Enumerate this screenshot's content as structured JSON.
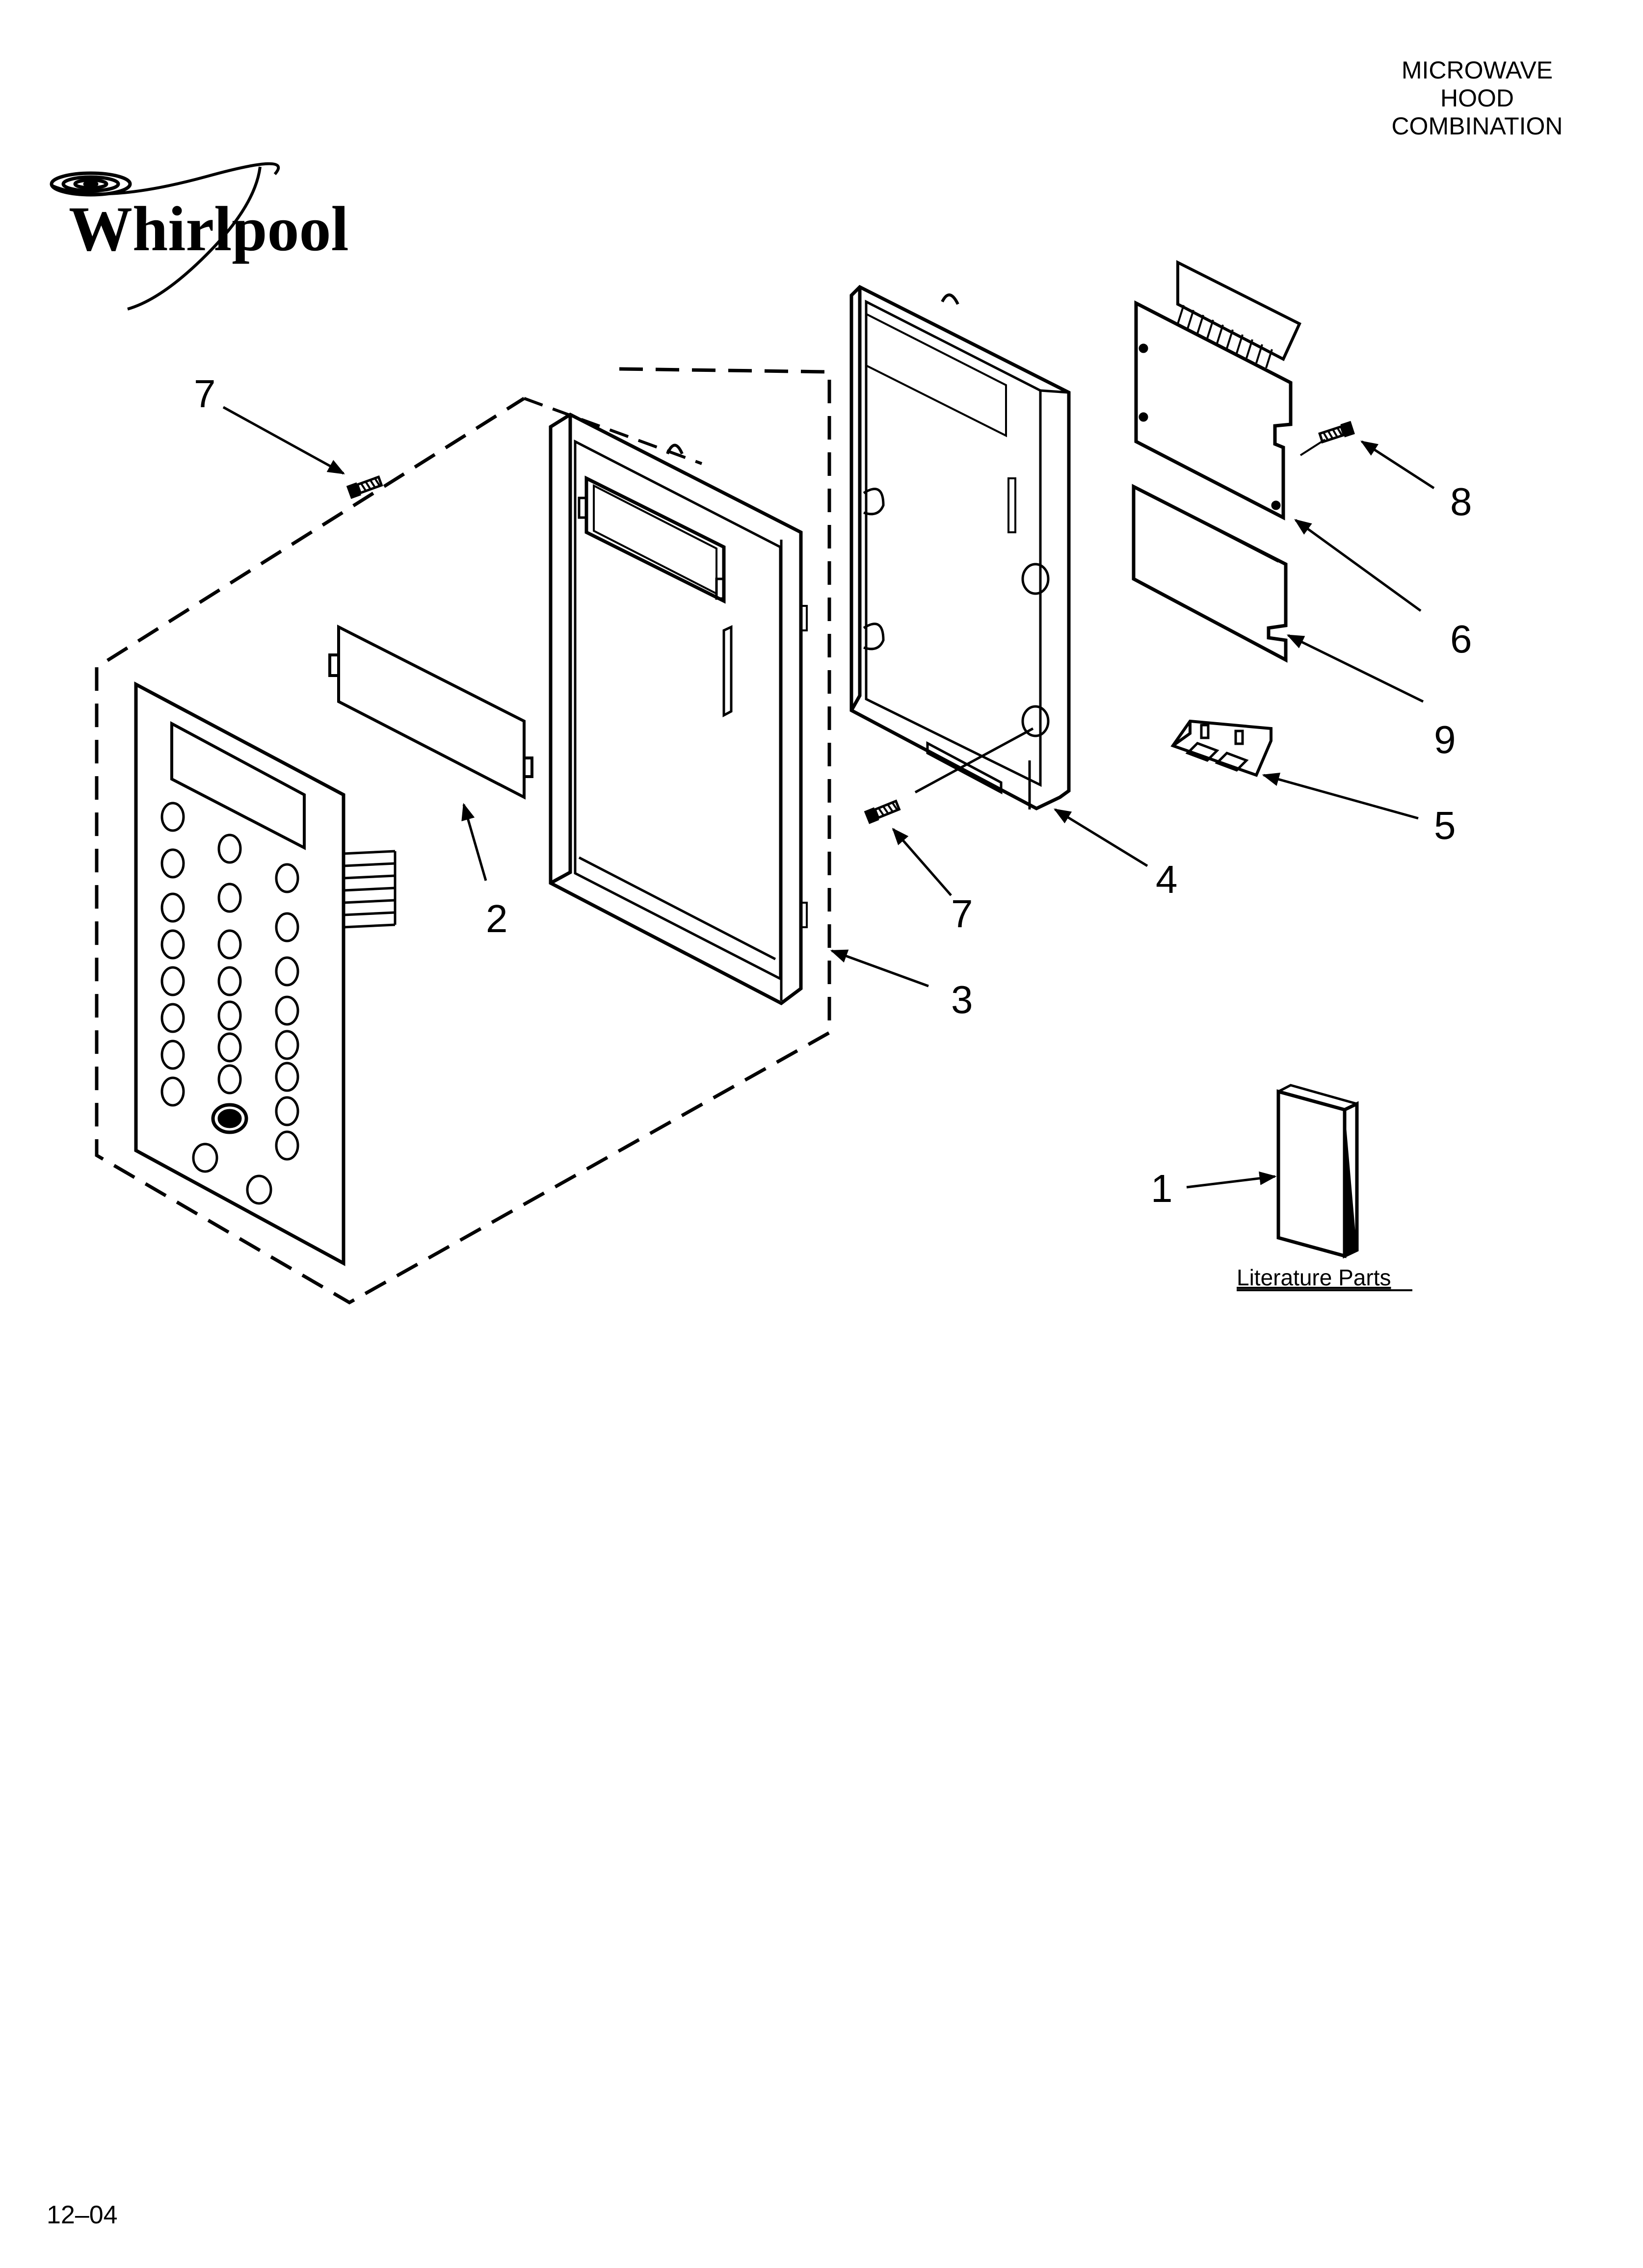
{
  "brand": {
    "name": "Whirlpool"
  },
  "title": {
    "lines": [
      "MICROWAVE",
      "HOOD",
      "COMBINATION"
    ]
  },
  "callouts": [
    "7",
    "2",
    "3",
    "7",
    "4",
    "5",
    "9",
    "6",
    "8",
    "1"
  ],
  "literature_label": "Literature Parts",
  "footer": {
    "date": "12–04"
  },
  "icons": [
    "logo-swirl-icon",
    "screw-icon",
    "arrow-icon"
  ],
  "colors": {
    "ink": "#000000",
    "paper": "#ffffff",
    "ghost": "#bdbdbd"
  }
}
